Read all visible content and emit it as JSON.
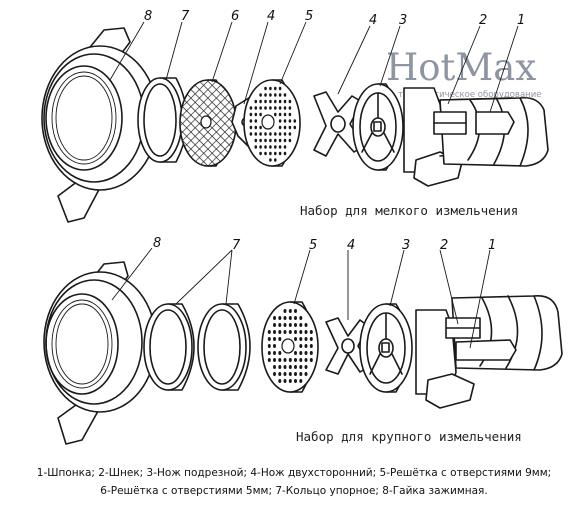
{
  "watermark": {
    "brand": "HotMax",
    "tagline": "технологическое оборудование"
  },
  "top": {
    "caption": "Набор для мелкого измельчения",
    "labels": [
      "8",
      "7",
      "6",
      "4",
      "5",
      "4",
      "3",
      "2",
      "1"
    ]
  },
  "bottom": {
    "caption": "Набор для крупного измельчения",
    "labels": [
      "8",
      "7",
      "5",
      "4",
      "3",
      "2",
      "1"
    ]
  },
  "legend": {
    "line1": "1-Шпонка; 2-Шнек; 3-Нож подрезной; 4-Нож двухсторонний; 5-Решётка с отверстиями 9мм;",
    "line2": "6-Решётка с отверстиями 5мм; 7-Кольцо упорное; 8-Гайка зажимная."
  }
}
